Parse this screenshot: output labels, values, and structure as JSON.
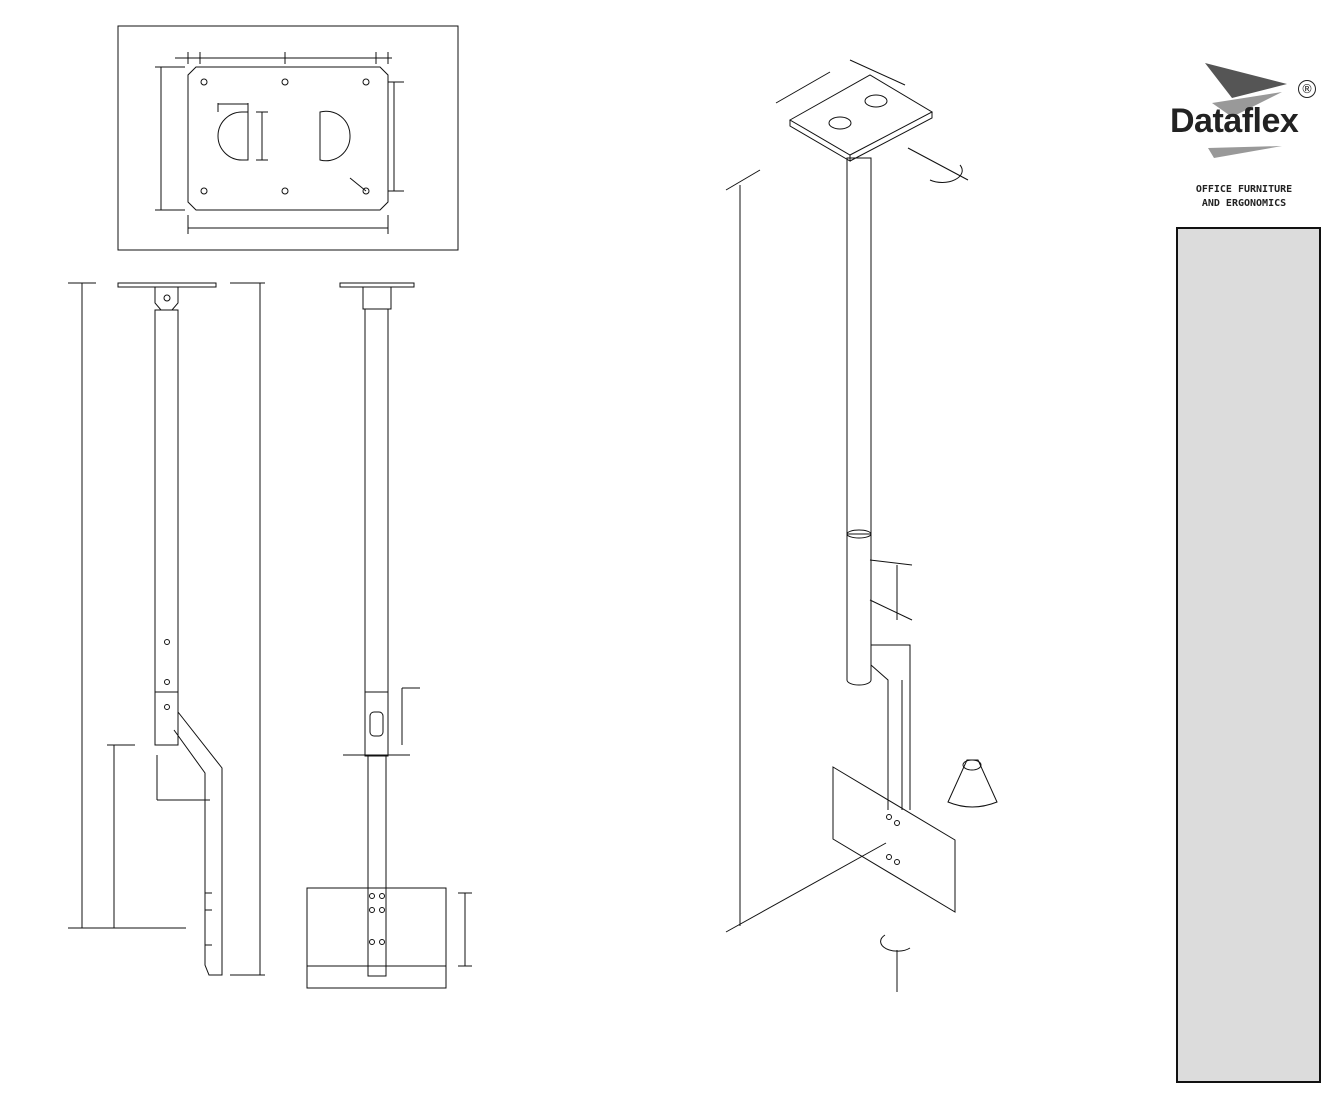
{
  "logo": {
    "brand": "Dataflex",
    "registered": "®",
    "tagline_line1": "OFFICE FURNITURE",
    "tagline_line2": "AND ERGONOMICS",
    "colors": {
      "dark": "#555555",
      "light": "#999999"
    }
  },
  "panel": {
    "color": "#dcdcdc"
  }
}
